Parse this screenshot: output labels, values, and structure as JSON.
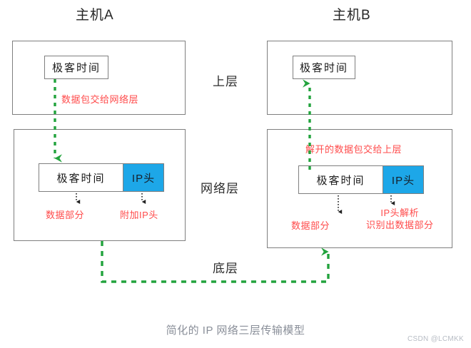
{
  "diagram": {
    "caption": "简化的 IP 网络三层传输模型",
    "watermark": "CSDN @LCMKK",
    "colors": {
      "ip_header_blue": "#1DA7E8",
      "annotation_red": "#FF4B4B",
      "flow_green": "#22A33D",
      "box_border_gray": "#7f7f7f",
      "caption_gray": "#8a8f99"
    },
    "hosts": [
      {
        "id": "a",
        "title": "主机A"
      },
      {
        "id": "b",
        "title": "主机B"
      }
    ],
    "layer_labels": {
      "upper": "上层",
      "network": "网络层",
      "bottom": "底层"
    },
    "host_a": {
      "upper_layer": {
        "payload_label": "极客时间",
        "annotation": "数据包交给网络层"
      },
      "network_layer": {
        "packet_data_label": "极客时间",
        "packet_header_label": "IP头",
        "annotation_data": "数据部分",
        "annotation_header": "附加IP头"
      }
    },
    "host_b": {
      "upper_layer": {
        "payload_label": "极客时间"
      },
      "network_layer": {
        "annotation_to_upper": "解开的数据包交给上层",
        "packet_data_label": "极客时间",
        "packet_header_label": "IP头",
        "annotation_data": "数据部分",
        "annotation_header_line1": "IP头解析",
        "annotation_header_line2": "识别出数据部分"
      }
    }
  }
}
